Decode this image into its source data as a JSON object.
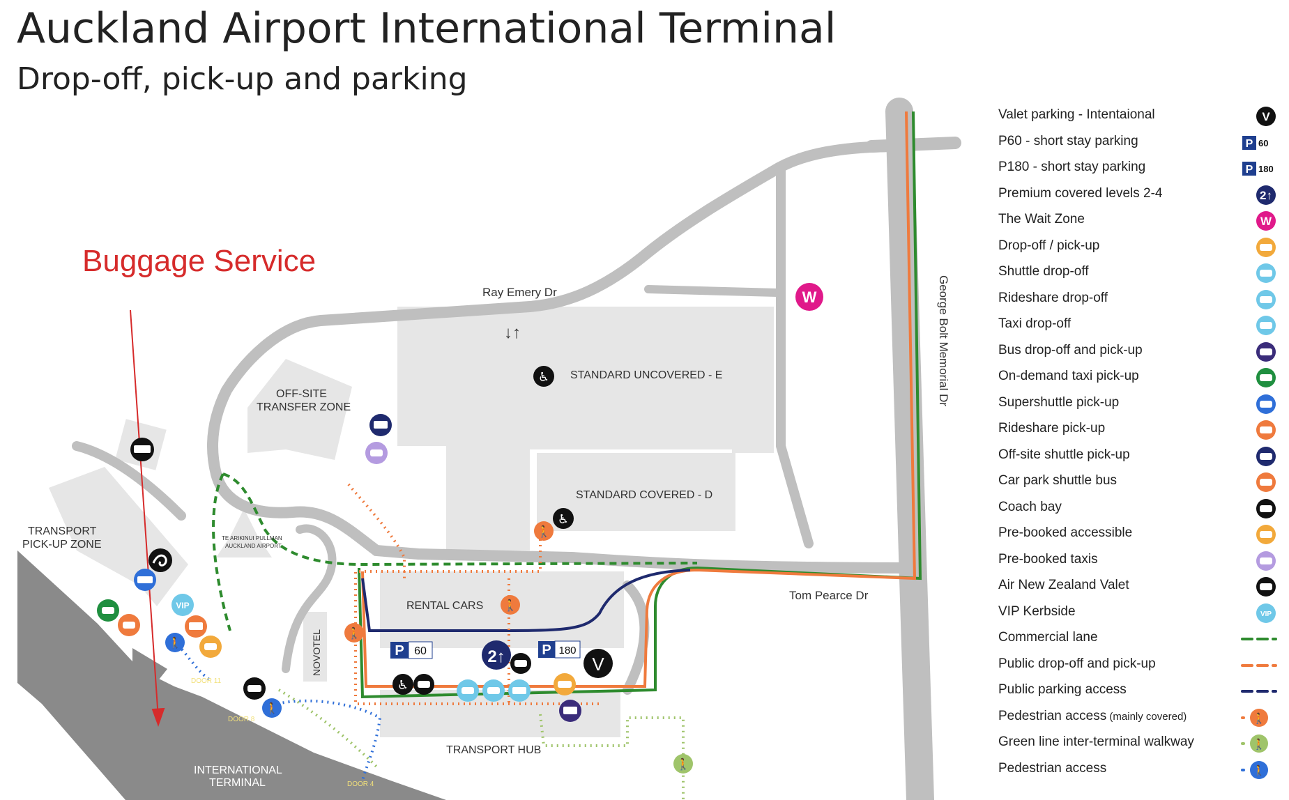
{
  "title": "Auckland Airport International Terminal",
  "subtitle": "Drop-off, pick-up and parking",
  "annotation": "Buggage Service",
  "map_labels": {
    "ray_emery": "Ray Emery Dr",
    "george_bolt": "George Bolt Memorial Dr",
    "tom_pearce": "Tom Pearce Dr",
    "std_uncovered": "STANDARD UNCOVERED - E",
    "std_covered": "STANDARD COVERED - D",
    "offsite_1": "OFF-SITE",
    "offsite_2": "TRANSFER ZONE",
    "transport_pickup_1": "TRANSPORT",
    "transport_pickup_2": "PICK-UP ZONE",
    "hotel_1": "TE ARIKINUI PULLMAN",
    "hotel_2": "AUCKLAND AIRPORT",
    "novotel": "NOVOTEL",
    "rental_cars": "RENTAL CARS",
    "transport_hub": "TRANSPORT HUB",
    "intl_1": "INTERNATIONAL",
    "intl_2": "TERMINAL",
    "door11": "DOOR 11",
    "door8": "DOOR 8",
    "door4": "DOOR 4",
    "p60_text": "60",
    "p180_text": "180",
    "p_letter": "P",
    "v_letter": "V",
    "w_letter": "W",
    "premium_text": "2↑",
    "vip_text": "VIP",
    "two_way": "↓↑"
  },
  "legend": [
    {
      "label": "Valet parking - Intentaional",
      "icon": "valet-v-icon",
      "color": "#111111"
    },
    {
      "label": "P60 - short stay parking",
      "icon": "p60-icon",
      "color": "#1f3f8f",
      "text": "60"
    },
    {
      "label": "P180 - short stay parking",
      "icon": "p180-icon",
      "color": "#1f3f8f",
      "text": "180"
    },
    {
      "label": "Premium covered levels 2-4",
      "icon": "premium-icon",
      "color": "#1f2a6e"
    },
    {
      "label": "The Wait Zone",
      "icon": "wait-zone-icon",
      "color": "#e0198a"
    },
    {
      "label": "Drop-off / pick-up",
      "icon": "dropoff-icon",
      "color": "#f2a93b"
    },
    {
      "label": "Shuttle drop-off",
      "icon": "shuttle-icon",
      "color": "#6fc8e8"
    },
    {
      "label": "Rideshare drop-off",
      "icon": "rideshare-drop-icon",
      "color": "#6fc8e8"
    },
    {
      "label": "Taxi drop-off",
      "icon": "taxi-drop-icon",
      "color": "#6fc8e8"
    },
    {
      "label": "Bus drop-off and pick-up",
      "icon": "bus-icon",
      "color": "#3a2c7a"
    },
    {
      "label": "On-demand taxi pick-up",
      "icon": "ondemand-taxi-icon",
      "color": "#1f8f3f"
    },
    {
      "label": "Supershuttle pick-up",
      "icon": "supershuttle-icon",
      "color": "#2f6fd8"
    },
    {
      "label": "Rideshare pick-up",
      "icon": "rideshare-pick-icon",
      "color": "#ef7a3d"
    },
    {
      "label": "Off-site shuttle pick-up",
      "icon": "offsite-shuttle-icon",
      "color": "#1f2a6e"
    },
    {
      "label": "Car park shuttle bus",
      "icon": "carpark-shuttle-icon",
      "color": "#ef7a3d"
    },
    {
      "label": "Coach bay",
      "icon": "coach-icon",
      "color": "#111111"
    },
    {
      "label": "Pre-booked accessible",
      "icon": "prebooked-accessible-icon",
      "color": "#f2a93b"
    },
    {
      "label": "Pre-booked taxis",
      "icon": "prebooked-taxi-icon",
      "color": "#b49be0"
    },
    {
      "label": "Air New Zealand Valet",
      "icon": "air-nz-valet-icon",
      "color": "#111111"
    },
    {
      "label": "VIP Kerbside",
      "icon": "vip-icon",
      "color": "#6fc8e8",
      "text": "VIP"
    },
    {
      "label": "Commercial lane",
      "icon": "commercial-lane-icon",
      "color": "#2e8b2e",
      "line": "dashed"
    },
    {
      "label": "Public drop-off and pick-up",
      "icon": "public-dropoff-lane-icon",
      "color": "#ef7a3d",
      "line": "dashed"
    },
    {
      "label": "Public parking access",
      "icon": "public-parking-lane-icon",
      "color": "#1f2a6e",
      "line": "dashed"
    },
    {
      "label": "Pedestrian access",
      "label_small": "(mainly covered)",
      "icon": "pedestrian-covered-icon",
      "color": "#ef7a3d",
      "line": "dotted"
    },
    {
      "label": "Green line inter-terminal walkway",
      "icon": "green-walkway-icon",
      "color": "#9fc46a",
      "line": "dotted"
    },
    {
      "label": "Pedestrian access",
      "icon": "pedestrian-icon",
      "color": "#2f6fd8",
      "line": "dotted"
    }
  ]
}
